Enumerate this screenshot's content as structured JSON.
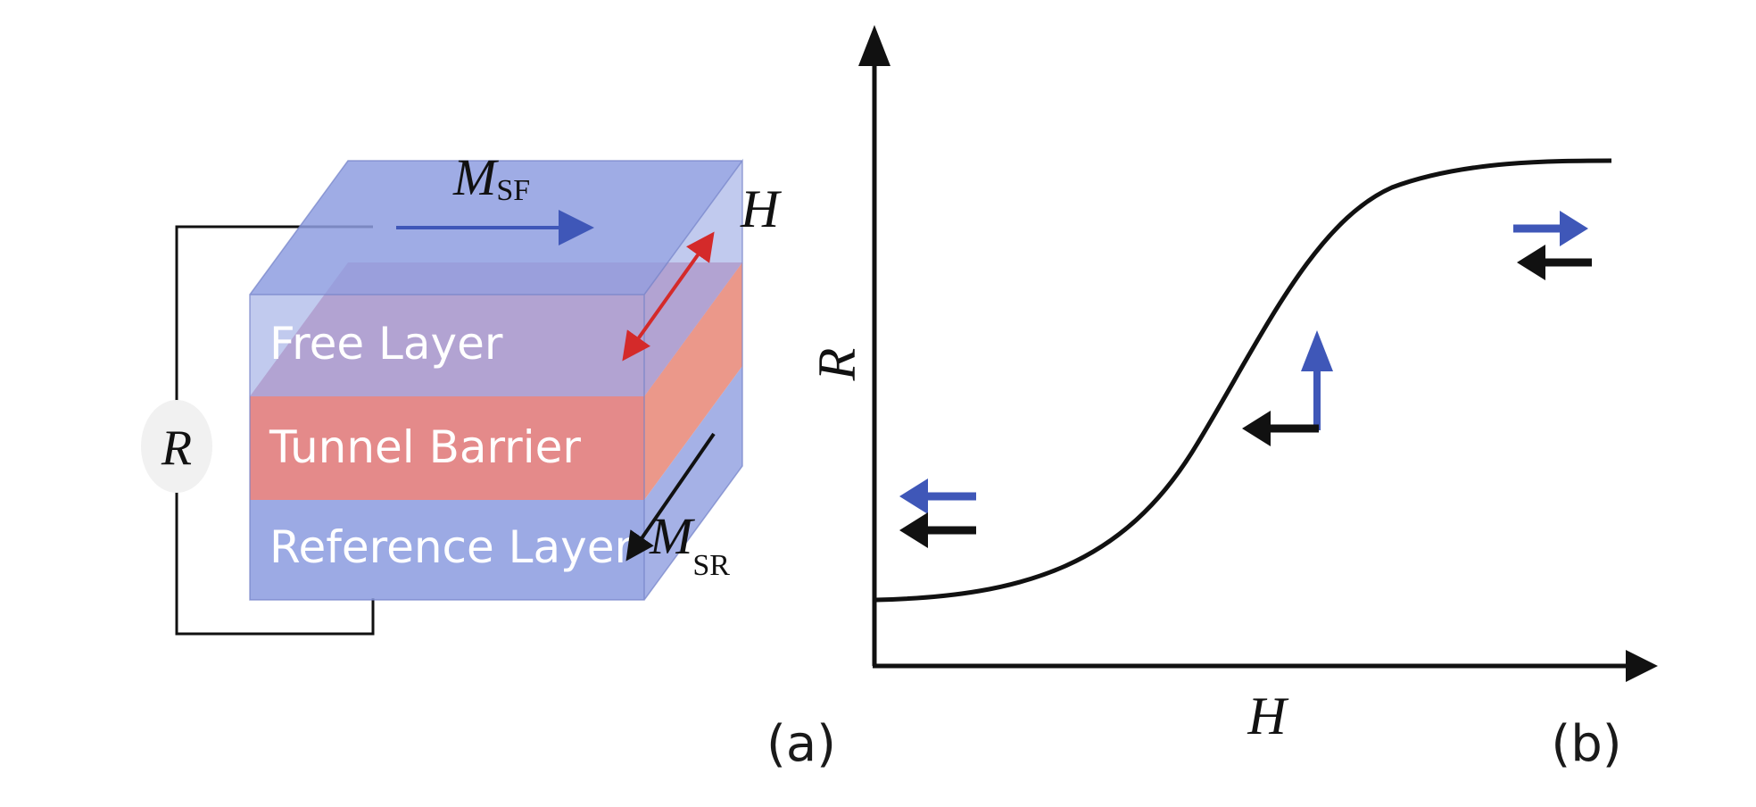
{
  "panel_a": {
    "resistor_label": "R",
    "field_label": "H",
    "free_layer_label": "Free Layer",
    "tunnel_barrier_label": "Tunnel Barrier",
    "reference_layer_label": "Reference Layer",
    "msf_main": "M",
    "msf_sub": "SF",
    "msr_main": "M",
    "msr_sub": "SR",
    "tag": "(a)",
    "colors": {
      "layer_blue": "#8e9ee0",
      "barrier_red": "#e07a7a",
      "arrow_blue": "#3f57b8",
      "arrow_red": "#d42a2a"
    }
  },
  "panel_b": {
    "ylabel": "R",
    "xlabel": "H",
    "tag": "(b)"
  }
}
